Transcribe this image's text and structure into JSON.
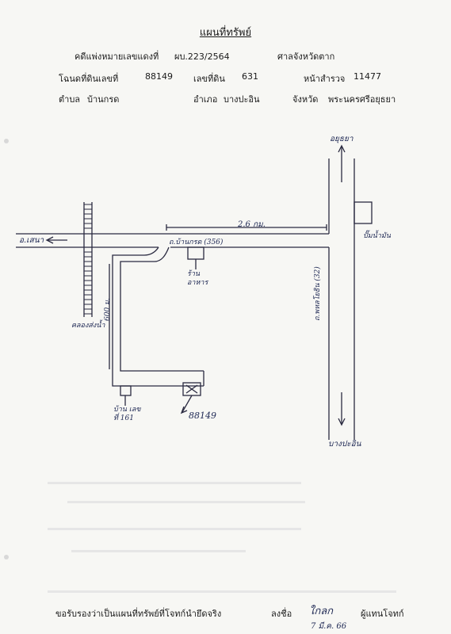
{
  "document": {
    "title": "แผนที่ทรัพย์",
    "case_label": "คดีแพ่งหมายเลขแดงที่",
    "case_no": "ผบ.223/2564",
    "court": "ศาลจังหวัดตาก",
    "deed_label": "โฉนดที่ดินเลขที่",
    "deed_no": "88149",
    "land_label": "เลขที่ดิน",
    "land_no": "631",
    "survey_label": "หน้าสำรวจ",
    "survey_no": "11477",
    "subdistrict_label": "ตำบล",
    "subdistrict": "บ้านกรด",
    "district_label": "อำเภอ",
    "district": "บางปะอิน",
    "province_label": "จังหวัด",
    "province": "พระนครศรีอยุธยา"
  },
  "map": {
    "to_north": "อยุธยา",
    "to_south": "บางปะอิน",
    "to_west": "อ.เสนา",
    "main_road": "ถ.พหลโยธิน (32)",
    "side_road": "ถ.บ้านกรด (356)",
    "distance_top": "2.6 กม.",
    "distance_lane": "600 ม.",
    "canal": "คลองส่งน้ำ",
    "shop": "ร้านอาหาร",
    "north_building": "ปั๊มน้ำมัน",
    "house": "บ้าน เลขที่ 161",
    "parcel": "88149"
  },
  "footer": {
    "certify_text": "ขอรับรองว่าเป็นแผนที่ทรัพย์ที่โจทก์นำยึดจริง",
    "sign_label": "ลงชื่อ",
    "signature": "ใกลก",
    "role": "ผู้แทนโจทก์",
    "date": "7 มี.ค. 66"
  }
}
